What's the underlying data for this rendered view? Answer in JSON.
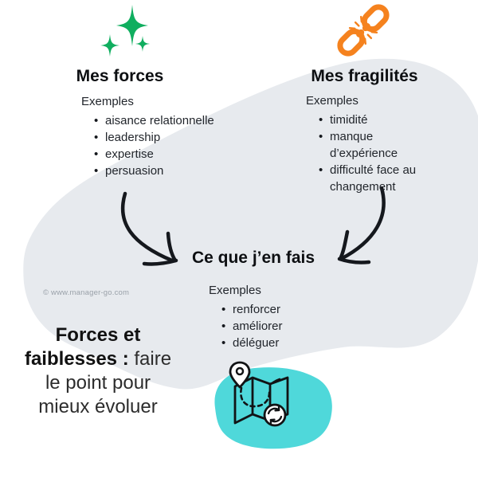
{
  "colors": {
    "blob_gray": "#e7eaee",
    "teal": "#4fd8da",
    "green": "#10ae5f",
    "orange": "#f5821e",
    "ink": "#15181d",
    "copyright_gray": "#9aa1a9"
  },
  "icons": {
    "strengths": "sparkles-icon",
    "weaknesses": "broken-chain-icon",
    "outcome": "map-route-icon",
    "connectors": [
      "curved-arrow-left",
      "curved-arrow-right"
    ]
  },
  "strengths": {
    "title": "Mes forces",
    "examples_label": "Exemples",
    "items": [
      "aisance relationnelle",
      "leadership",
      "expertise",
      "persuasion"
    ]
  },
  "weaknesses": {
    "title": "Mes fragilités",
    "examples_label": "Exemples",
    "items": [
      "timidité",
      "manque d’expérience",
      "difficulté face au changement"
    ]
  },
  "outcome": {
    "title": "Ce que j’en fais",
    "examples_label": "Exemples",
    "items": [
      "renforcer",
      "améliorer",
      "déléguer"
    ]
  },
  "caption": {
    "line1_bold": "Forces et",
    "line2_bold": "faiblesses :",
    "line2_regular": " faire",
    "line3": "le point pour",
    "line4": "mieux évoluer"
  },
  "footer": {
    "copyright": "© www.manager-go.com"
  }
}
